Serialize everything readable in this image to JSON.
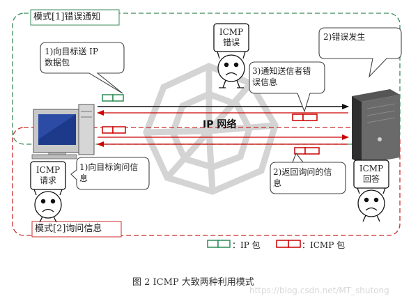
{
  "diagram": {
    "mode1_label": "模式[1]错误通知",
    "mode2_label": "模式[2]询问信息",
    "network_label": "IP 网络",
    "legend_ip": "：IP 包",
    "legend_icmp": "：ICMP 包",
    "caption": "图  2 ICMP 大致两种利用模式",
    "watermark": "https://blog.csdn.net/MT_shutong",
    "callouts": {
      "send_target": "1)向目标送  IP\n数据包",
      "error_occurs": "2)错误发生",
      "notify_sender": "3)通知送信者错\n误信息",
      "query_target": "1)向目标询问信\n息",
      "return_info": "2)返回询问的信\n息"
    },
    "signs": {
      "error": "ICMP\n错误",
      "request": "ICMP\n请求",
      "reply": "ICMP\n回答"
    }
  },
  "colors": {
    "ip_packet": "#2e8b57",
    "icmp_packet": "#cc0000",
    "mode1_frame": "#3a8a5a",
    "mode2_frame": "#cc2b2b"
  }
}
